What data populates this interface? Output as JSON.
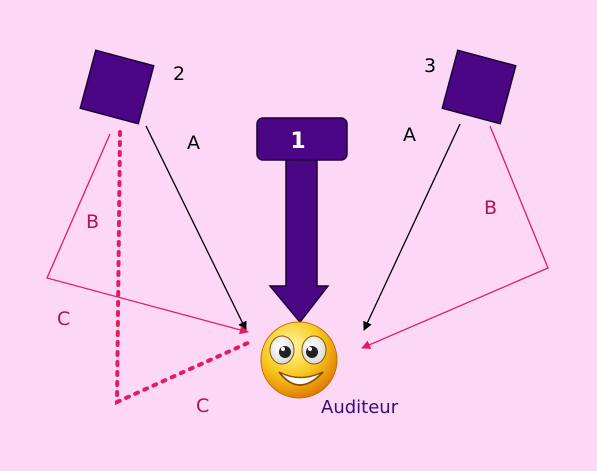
{
  "colors": {
    "background": "#fcd7f6",
    "speaker": "#4a0684",
    "direct_path": "#000000",
    "reflected_path": "#e11d5f",
    "label_reflection": "#b0115a",
    "listener_label": "#3d0a78"
  },
  "speakers": [
    {
      "id": "speaker-1",
      "label": "1"
    },
    {
      "id": "speaker-2",
      "label": "2"
    },
    {
      "id": "speaker-3",
      "label": "3"
    }
  ],
  "path_labels": {
    "a_left": "A",
    "a_right": "A",
    "b_left": "B",
    "b_right": "B",
    "c_left": "C",
    "c_bottom": "C"
  },
  "listener": {
    "label": "Auditeur",
    "icon": "smiley-face-icon"
  }
}
